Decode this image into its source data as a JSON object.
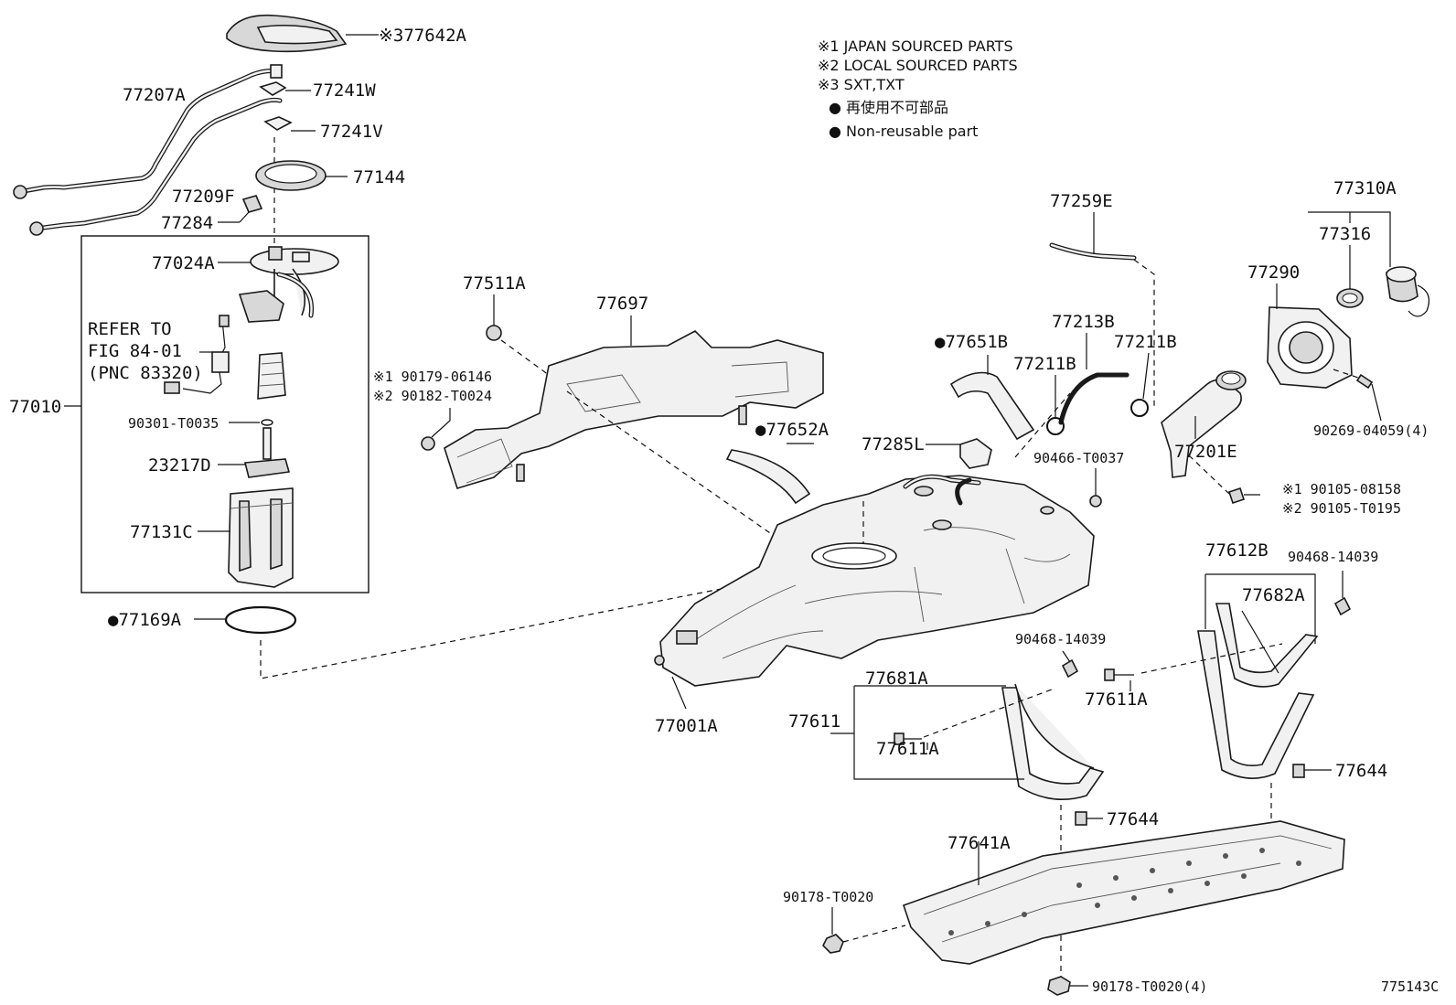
{
  "notes": [
    "※1 JAPAN SOURCED PARTS",
    "※2 LOCAL SOURCED PARTS",
    "※3 SXT,TXT",
    "● 再使用不可部品",
    "● Non-reusable part"
  ],
  "refer": [
    "REFER TO",
    "FIG 84-01",
    "(PNC 83320)"
  ],
  "figure_code": "775143C",
  "labels": {
    "p77642A": "※377642A",
    "p77207A": "77207A",
    "p77241W": "77241W",
    "p77241V": "77241V",
    "p77144": "77144",
    "p77209F": "77209F",
    "p77284": "77284",
    "p77024A": "77024A",
    "p77010": "77010",
    "p90301": "90301-T0035",
    "p23217D": "23217D",
    "p77131C": "77131C",
    "p77169A": "●77169A",
    "p77511A": "77511A",
    "p77697": "77697",
    "p90179a": "※1 90179-06146",
    "p90179b": "※2 90182-T0024",
    "p77652A": "●77652A",
    "p77651B": "●77651B",
    "p77285L": "77285L",
    "p77259E": "77259E",
    "p77213B": "77213B",
    "p77211B1": "77211B",
    "p77211B2": "77211B",
    "p90466": "90466-T0037",
    "p77201E": "77201E",
    "p77290": "77290",
    "p77310A": "77310A",
    "p77316": "77316",
    "p90269": "90269-04059(4)",
    "p90105a": "※1 90105-08158",
    "p90105b": "※2 90105-T0195",
    "p77612B": "77612B",
    "p90468a": "90468-14039",
    "p77682A": "77682A",
    "p90468b": "90468-14039",
    "p77681A": "77681A",
    "p77611": "77611",
    "p77611A1": "77611A",
    "p77611A2": "77611A",
    "p77001A": "77001A",
    "p77644a": "77644",
    "p77644b": "77644",
    "p77641A": "77641A",
    "p90178a": "90178-T0020",
    "p90178b": "90178-T0020(4)"
  }
}
